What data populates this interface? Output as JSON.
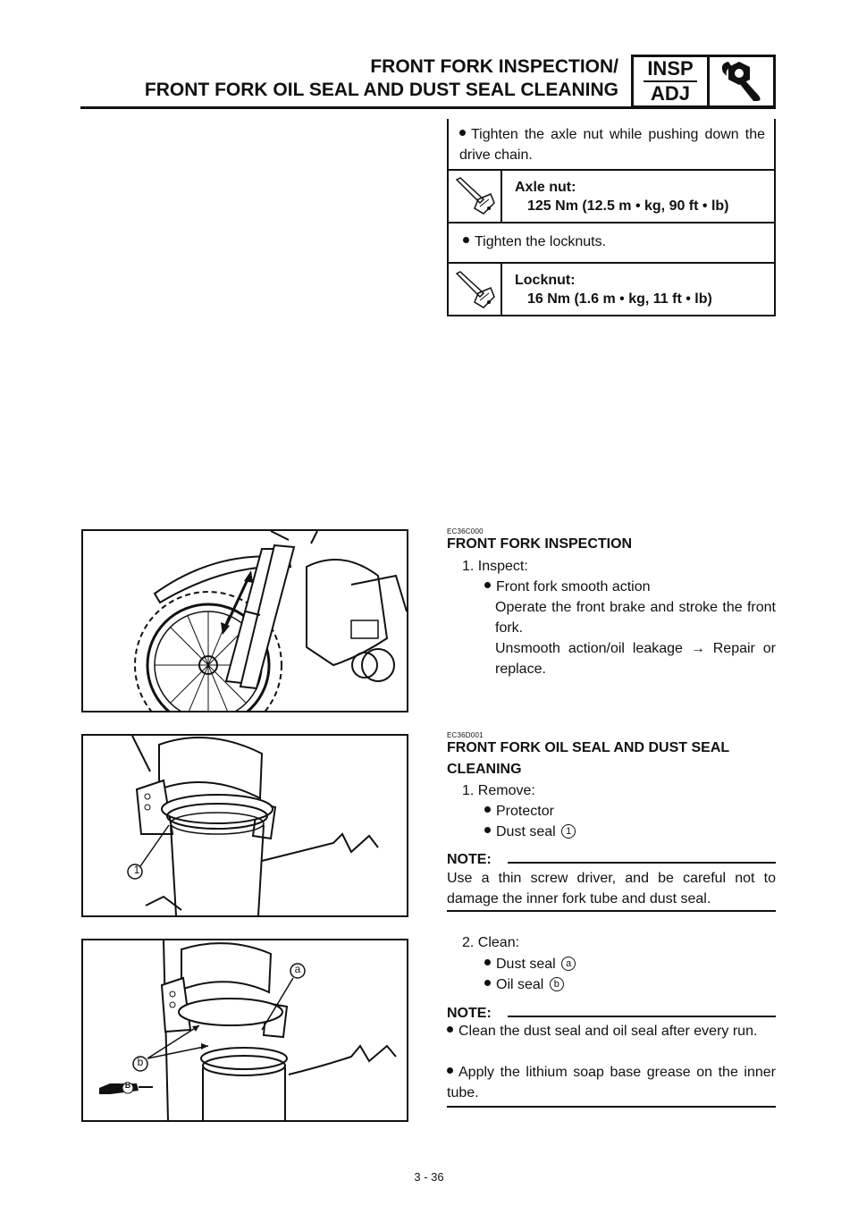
{
  "header": {
    "title_line1": "FRONT FORK INSPECTION/",
    "title_line2": "FRONT FORK OIL SEAL AND DUST SEAL CLEANING",
    "badge_top": "INSP",
    "badge_bottom": "ADJ"
  },
  "spec_box": {
    "bullet1": "Tighten the axle nut while pushing down the drive chain.",
    "axle_label": "Axle nut:",
    "axle_value": "125 Nm (12.5 m • kg, 90 ft • lb)",
    "bullet2": "Tighten the locknuts.",
    "locknut_label": "Locknut:",
    "locknut_value": "16 Nm (1.6 m • kg, 11 ft • lb)"
  },
  "section1": {
    "code": "EC36C000",
    "heading": "FRONT FORK INSPECTION",
    "step": "1. Inspect:",
    "bullet": "Front fork smooth action",
    "text1": "Operate the front brake and stroke the front fork.",
    "text2": "Unsmooth action/oil leakage → Repair or replace."
  },
  "section2": {
    "code": "EC36D001",
    "heading": "FRONT FORK OIL SEAL AND DUST SEAL CLEANING",
    "step": "1. Remove:",
    "bullet1": "Protector",
    "bullet2": "Dust seal",
    "callout1": "1",
    "note_label": "NOTE:",
    "note_text": "Use a thin screw driver, and be careful not to damage the inner fork tube and dust seal.",
    "figure_callout": "1"
  },
  "section3": {
    "step": "2. Clean:",
    "bullet1": "Dust seal",
    "callout_a": "a",
    "bullet2": "Oil seal",
    "callout_b": "b",
    "note_label": "NOTE:",
    "note1": "Clean the dust seal and oil seal after every run.",
    "note2": "Apply the lithium soap base grease on the inner tube.",
    "figure_a": "a",
    "figure_b": "b",
    "grease_mark": "B"
  },
  "footer": {
    "page_number": "3 - 36"
  }
}
